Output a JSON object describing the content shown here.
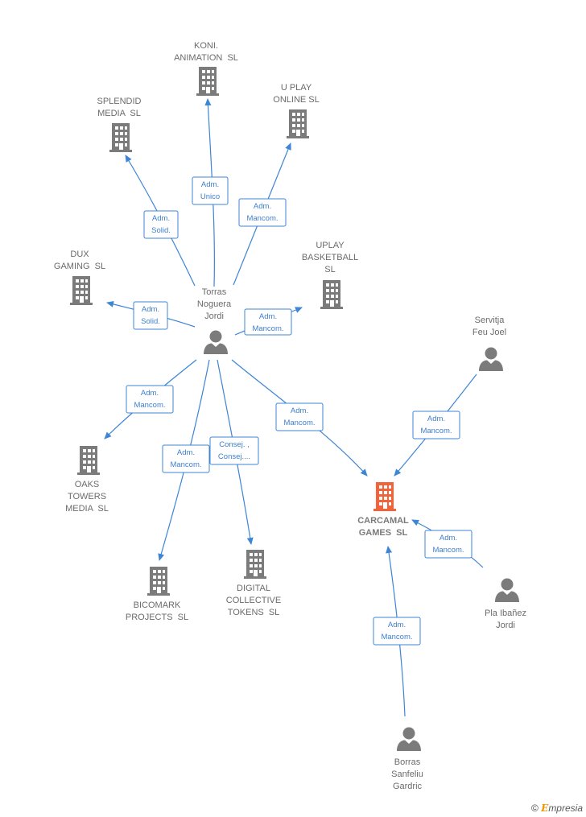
{
  "colors": {
    "company": "#7b7b7b",
    "company_highlight": "#f4623a",
    "person": "#7b7b7b",
    "edge": "#3d85d6"
  },
  "nodes": [
    {
      "id": "koni",
      "type": "company",
      "lines": [
        "KONI.",
        "ANIMATION  SL"
      ]
    },
    {
      "id": "uplay_online",
      "type": "company",
      "lines": [
        "U PLAY",
        "ONLINE SL"
      ]
    },
    {
      "id": "splendid",
      "type": "company",
      "lines": [
        "SPLENDID",
        "MEDIA  SL"
      ]
    },
    {
      "id": "dux",
      "type": "company",
      "lines": [
        "DUX",
        "GAMING  SL"
      ]
    },
    {
      "id": "uplay_basket",
      "type": "company",
      "lines": [
        "UPLAY",
        "BASKETBALL",
        "SL"
      ]
    },
    {
      "id": "torras",
      "type": "person",
      "lines": [
        "Torras",
        "Noguera",
        "Jordi"
      ]
    },
    {
      "id": "servitja",
      "type": "person",
      "lines": [
        "Servitja",
        "Feu Joel"
      ]
    },
    {
      "id": "oaks",
      "type": "company",
      "lines": [
        "OAKS",
        "TOWERS",
        "MEDIA  SL"
      ]
    },
    {
      "id": "carcamal",
      "type": "company",
      "highlight": true,
      "lines": [
        "CARCAMAL",
        "GAMES  SL"
      ]
    },
    {
      "id": "bicomark",
      "type": "company",
      "lines": [
        "BICOMARK",
        "PROJECTS  SL"
      ]
    },
    {
      "id": "digital",
      "type": "company",
      "lines": [
        "DIGITAL",
        "COLLECTIVE",
        "TOKENS  SL"
      ]
    },
    {
      "id": "pla",
      "type": "person",
      "lines": [
        "Pla Ibañez",
        "Jordi"
      ]
    },
    {
      "id": "borras",
      "type": "person",
      "lines": [
        "Borras",
        "Sanfeliu",
        "Gardric"
      ]
    }
  ],
  "edges": [
    {
      "id": "e_koni",
      "lines": [
        "Adm.",
        "Unico"
      ]
    },
    {
      "id": "e_uplay_online",
      "lines": [
        "Adm.",
        "Mancom."
      ]
    },
    {
      "id": "e_splendid",
      "lines": [
        "Adm.",
        "Solid."
      ]
    },
    {
      "id": "e_dux",
      "lines": [
        "Adm.",
        "Solid."
      ]
    },
    {
      "id": "e_uplay_basket",
      "lines": [
        "Adm.",
        "Mancom."
      ]
    },
    {
      "id": "e_oaks",
      "lines": [
        "Adm.",
        "Mancom."
      ]
    },
    {
      "id": "e_bicomark",
      "lines": [
        "Adm.",
        "Mancom."
      ]
    },
    {
      "id": "e_digital",
      "lines": [
        "Consej. ,",
        "Consej...."
      ]
    },
    {
      "id": "e_torras_carcamal",
      "lines": [
        "Adm.",
        "Mancom."
      ]
    },
    {
      "id": "e_servitja",
      "lines": [
        "Adm.",
        "Mancom."
      ]
    },
    {
      "id": "e_pla",
      "lines": [
        "Adm.",
        "Mancom."
      ]
    },
    {
      "id": "e_borras",
      "lines": [
        "Adm.",
        "Mancom."
      ]
    }
  ],
  "footer": {
    "copyright_symbol": "©",
    "brand_first": "E",
    "brand_rest": "mpresia"
  }
}
